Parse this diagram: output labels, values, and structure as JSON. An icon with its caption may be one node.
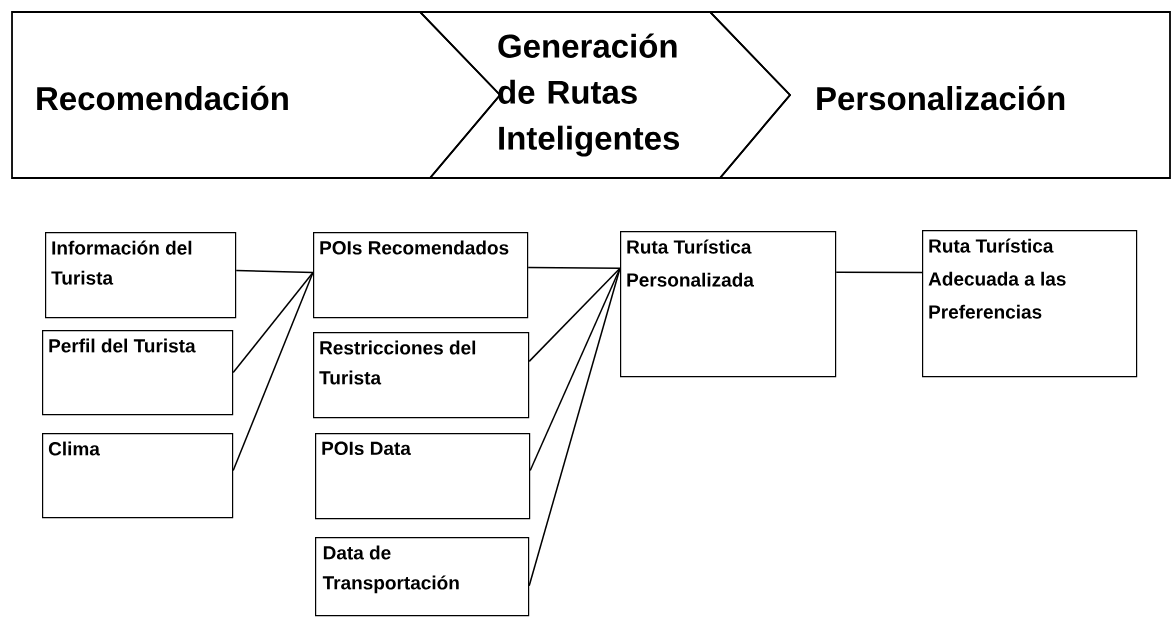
{
  "diagram": {
    "nodes": [
      {
        "text": [
          "Recomendación"
        ]
      },
      {
        "text": [
          "Generación de Rutas Inteligentes"
        ]
      },
      {
        "text": [
          "Personalización"
        ]
      },
      {
        "text": [
          "Información del Turista"
        ]
      },
      {
        "text": [
          "Perfil del Turista"
        ]
      },
      {
        "text": [
          "Clima"
        ]
      },
      {
        "text": [
          "POIs Recomendados"
        ]
      },
      {
        "text": [
          "Restricciones del Turista"
        ]
      },
      {
        "text": [
          "POIs Data"
        ]
      },
      {
        "text": [
          "Data de Transportación"
        ]
      },
      {
        "text": [
          "Ruta Turística Personalizada"
        ]
      },
      {
        "text": [
          "Ruta Turística Adecuada a las Preferencias"
        ]
      }
    ],
    "edges": [
      {
        "from": 3,
        "to": 6,
        "arrow": "none"
      },
      {
        "from": 4,
        "to": 6,
        "arrow": "none"
      },
      {
        "from": 5,
        "to": 6,
        "arrow": "none"
      },
      {
        "from": 6,
        "to": 10,
        "arrow": "none"
      },
      {
        "from": 7,
        "to": 10,
        "arrow": "none"
      },
      {
        "from": 8,
        "to": 10,
        "arrow": "none"
      },
      {
        "from": 9,
        "to": 10,
        "arrow": "none"
      },
      {
        "from": 10,
        "to": 11,
        "arrow": "none"
      }
    ]
  }
}
